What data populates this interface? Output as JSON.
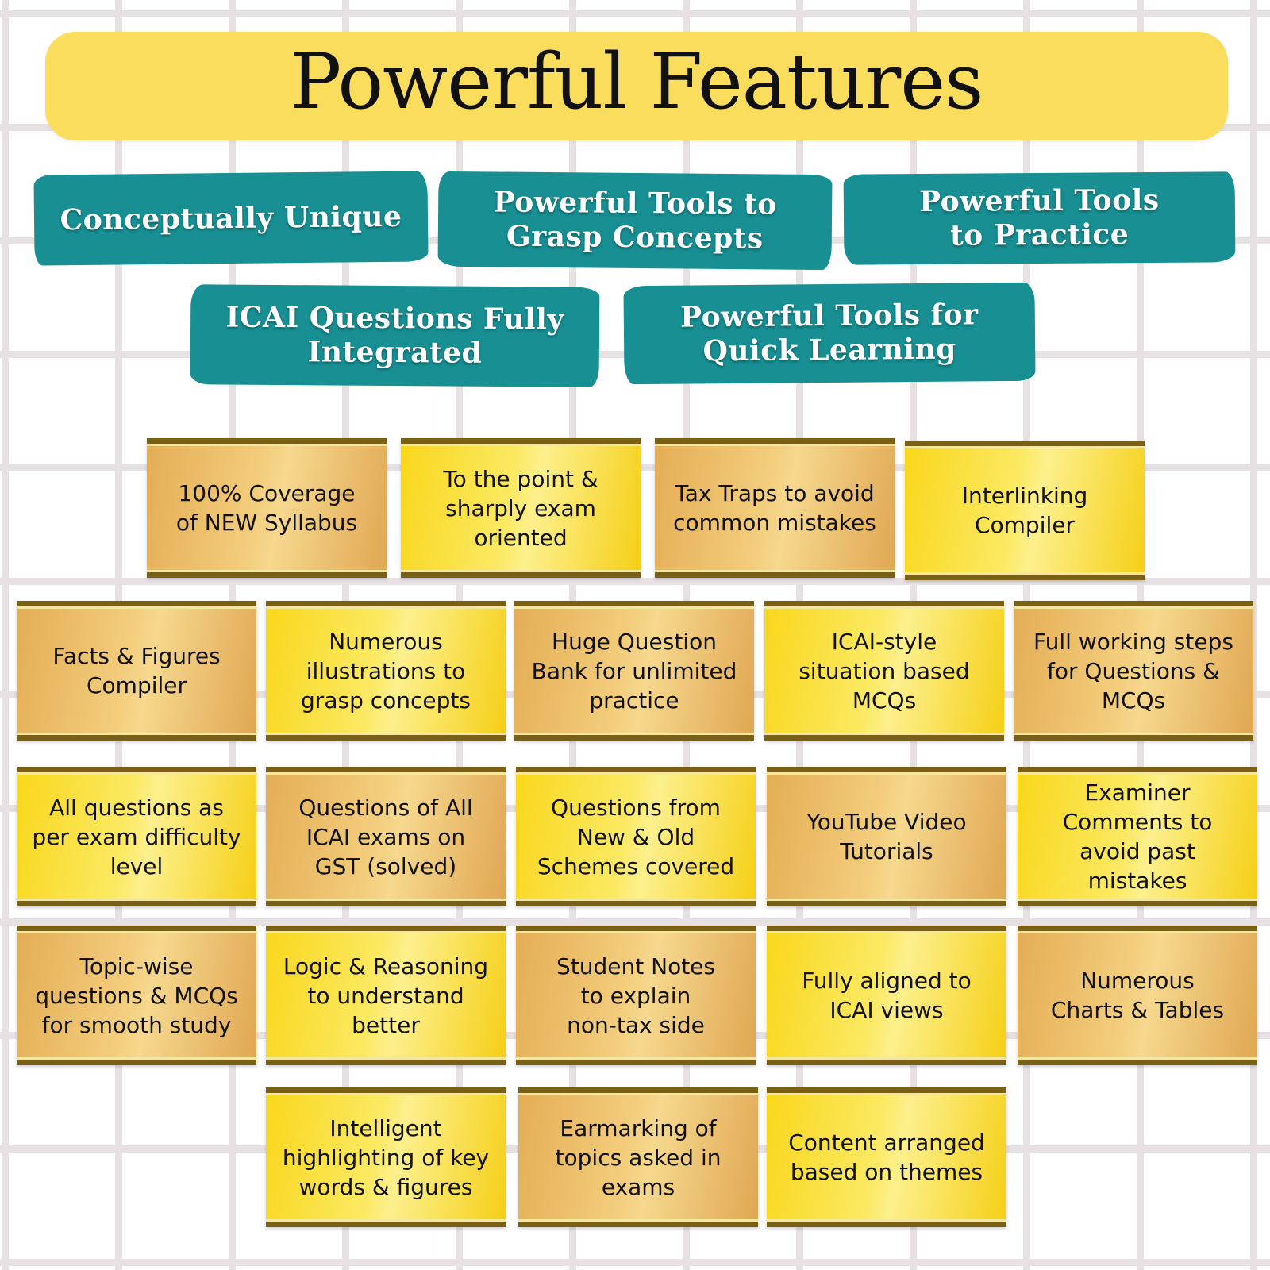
{
  "title": "Powerful Features",
  "categories": [
    "Conceptually Unique",
    "Powerful Tools to\nGrasp Concepts",
    "Powerful Tools\nto Practice",
    "ICAI Questions Fully\nIntegrated",
    "Powerful Tools for\nQuick Learning"
  ],
  "features": [
    "100% Coverage\nof NEW Syllabus",
    "To the point &\nsharply exam\noriented",
    "Tax Traps to avoid\ncommon mistakes",
    "Interlinking\nCompiler",
    "Facts & Figures\nCompiler",
    "Numerous\nillustrations to\ngrasp concepts",
    "Huge Question\nBank for unlimited\npractice",
    "ICAI-style\nsituation based\nMCQs",
    "Full working steps\nfor Questions &\nMCQs",
    "All questions as\nper  exam difficulty\nlevel",
    "Questions of All\nICAI exams on\nGST (solved)",
    "Questions from\nNew & Old\nSchemes covered",
    "YouTube Video\nTutorials",
    "Examiner\nComments to\navoid past\nmistakes",
    "Topic-wise\nquestions & MCQs\nfor smooth study",
    "Logic & Reasoning\nto understand\nbetter",
    "Student Notes\nto explain\nnon-tax side",
    "Fully aligned to\nICAI views",
    "Numerous\nCharts & Tables",
    "Intelligent\nhighlighting of key\nwords & figures",
    "Earmarking of\ntopics asked in\nexams",
    "Content arranged\nbased on themes"
  ],
  "colors": {
    "title_background": "#fbdd5d",
    "tag_background": "#178f93",
    "gold_box": "#eec070",
    "yellow_box": "#fbe23a",
    "grid_line": "#e7e1e4"
  }
}
